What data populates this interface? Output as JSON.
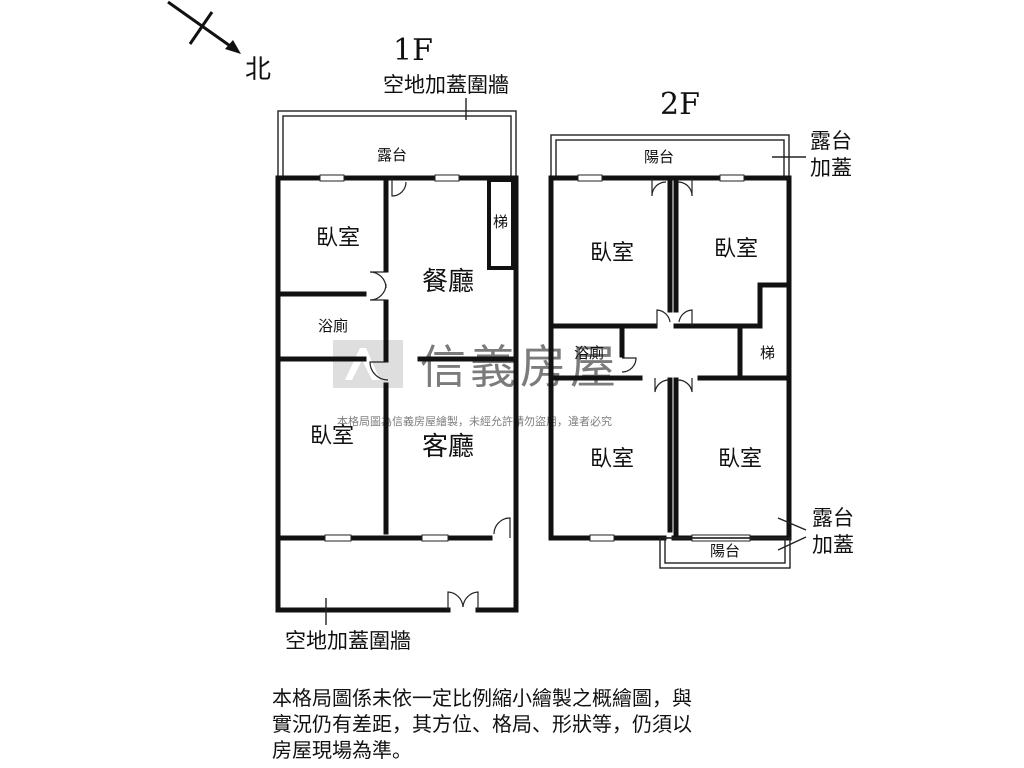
{
  "compass": {
    "north_label": "北"
  },
  "floor1": {
    "title": "1F",
    "top_annotation": "空地加蓋圍牆",
    "bottom_annotation": "空地加蓋圍牆",
    "rooms": {
      "terrace": "露台",
      "bedroom_top": "臥室",
      "stairs": "梯",
      "dining": "餐廳",
      "bathroom": "浴廁",
      "bedroom_bottom": "臥室",
      "living": "客廳"
    }
  },
  "floor2": {
    "title": "2F",
    "top_annotation": [
      "露台",
      "加蓋"
    ],
    "bottom_annotation": [
      "露台",
      "加蓋"
    ],
    "rooms": {
      "balcony_top": "陽台",
      "bedroom_nw": "臥室",
      "bedroom_ne": "臥室",
      "bathroom": "浴廁",
      "stairs": "梯",
      "bedroom_sw": "臥室",
      "bedroom_se": "臥室",
      "balcony_bottom": "陽台"
    }
  },
  "watermark": {
    "brand": "信義房屋",
    "notice": "本格局圖為信義房屋繪製，未經允許請勿盜用，違者必究"
  },
  "disclaimer": [
    "本格局圖係未依一定比例縮小繪製之概繪圖，與",
    "實況仍有差距，其方位、格局、形狀等，仍須以",
    "房屋現場為準。"
  ],
  "colors": {
    "wall": "#111111",
    "watermark": "#bdbdbd"
  }
}
